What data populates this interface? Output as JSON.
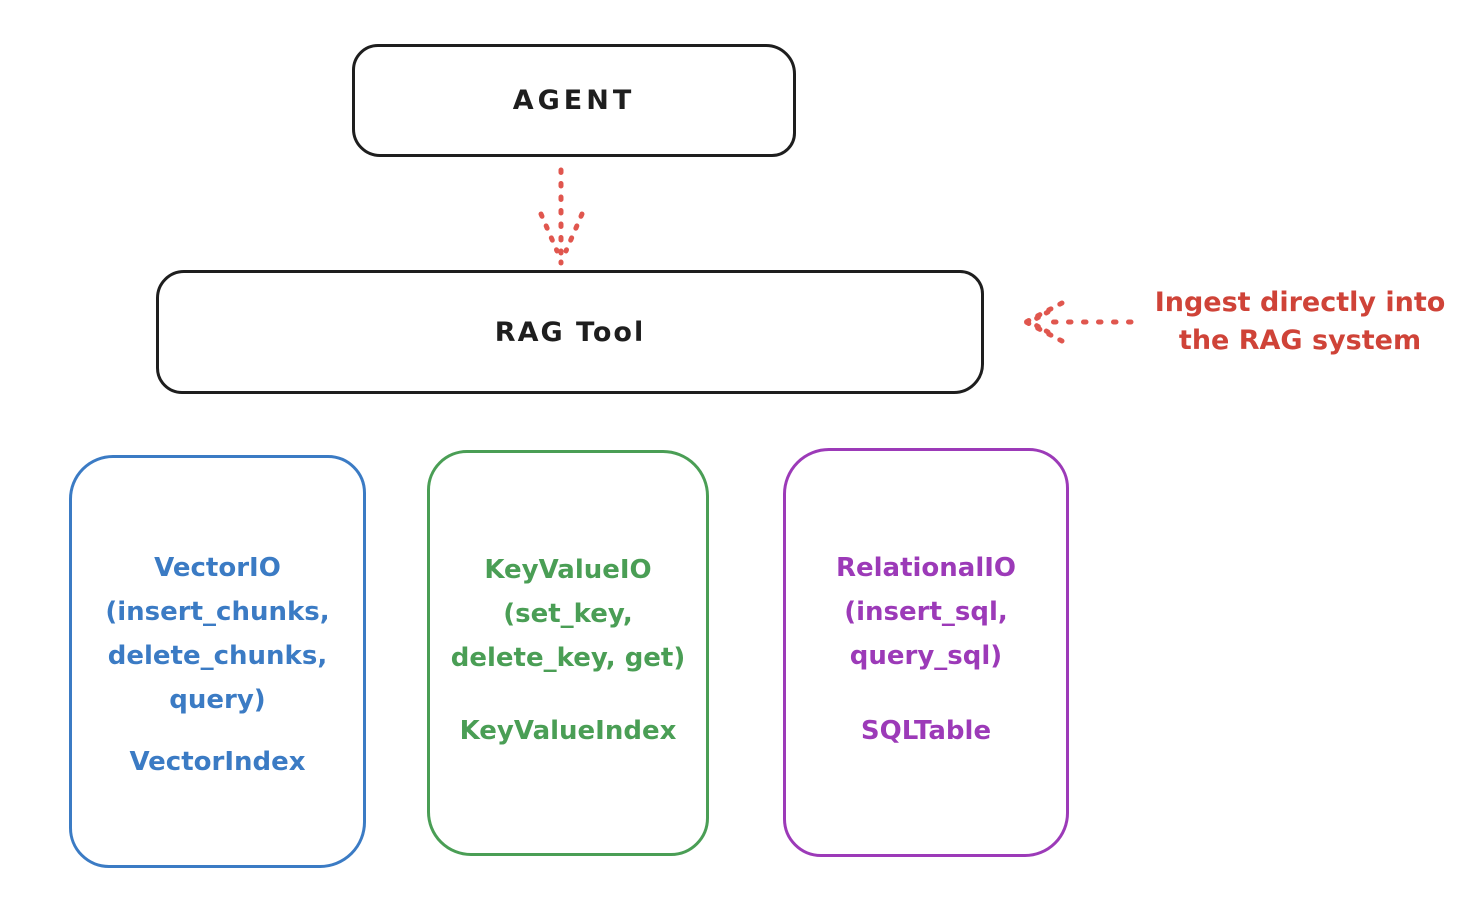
{
  "agent_box": {
    "label": "AGENT"
  },
  "rag_tool_box": {
    "label": "RAG Tool"
  },
  "ingest_annotation": {
    "line1": "Ingest directly into",
    "line2": "the RAG system",
    "color": "#cf4338"
  },
  "storage_boxes": {
    "vector": {
      "title_lines": [
        "VectorIO",
        "(insert_chunks,",
        "delete_chunks,",
        "query)"
      ],
      "index_label": "VectorIndex",
      "color": "#3b7bc4"
    },
    "keyvalue": {
      "title_lines": [
        "KeyValueIO",
        "(set_key,",
        "delete_key, get)"
      ],
      "index_label": "KeyValueIndex",
      "color": "#4a9e55"
    },
    "relational": {
      "title_lines": [
        "RelationalIO",
        "(insert_sql,",
        "query_sql)"
      ],
      "index_label": "SQLTable",
      "color": "#9c3ab8"
    }
  },
  "colors": {
    "outline": "#1e1e1e",
    "arrow_red": "#e0564e",
    "background": "#ffffff"
  }
}
